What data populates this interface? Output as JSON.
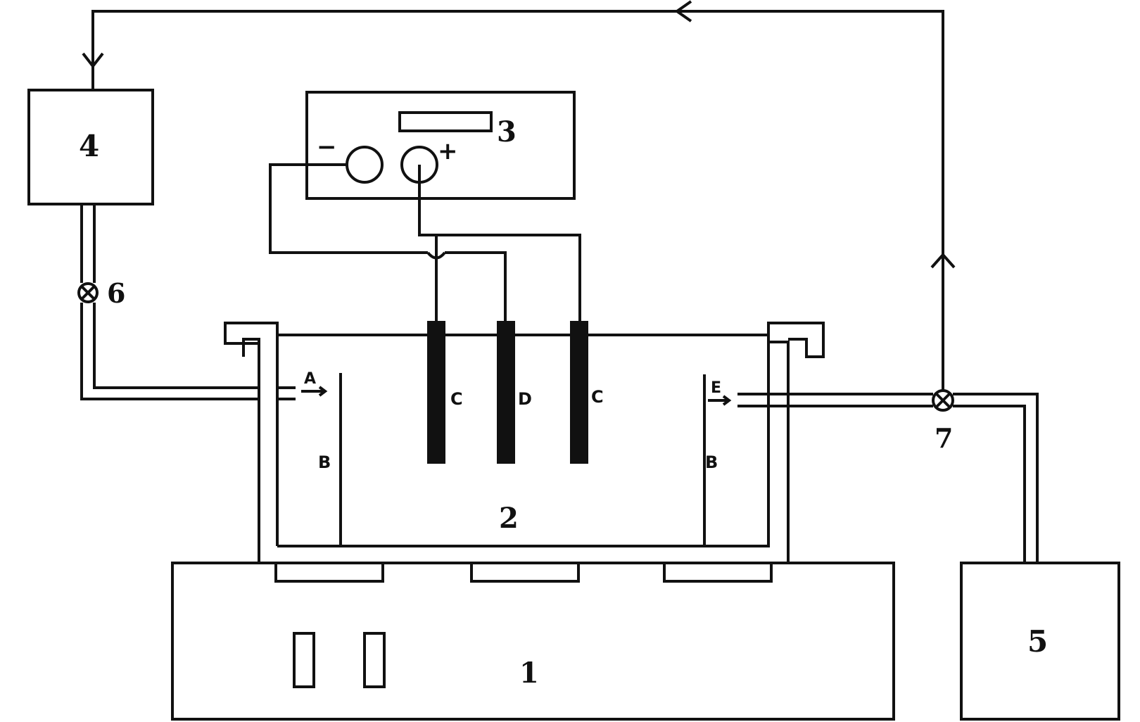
{
  "labels": {
    "unit_1": "1",
    "unit_2": "2",
    "unit_3": "3",
    "unit_4": "4",
    "unit_5": "5",
    "valve_6": "6",
    "valve_7": "7",
    "inlet_a": "A",
    "baffle_left": "B",
    "baffle_right": "B",
    "electrode_c_left": "C",
    "electrode_d": "D",
    "electrode_c_right": "C",
    "outlet_e": "E",
    "terminal_minus": "−",
    "terminal_plus": "+"
  },
  "colors": {
    "line": "#111111",
    "electrode": "#111111",
    "background": "#ffffff"
  }
}
